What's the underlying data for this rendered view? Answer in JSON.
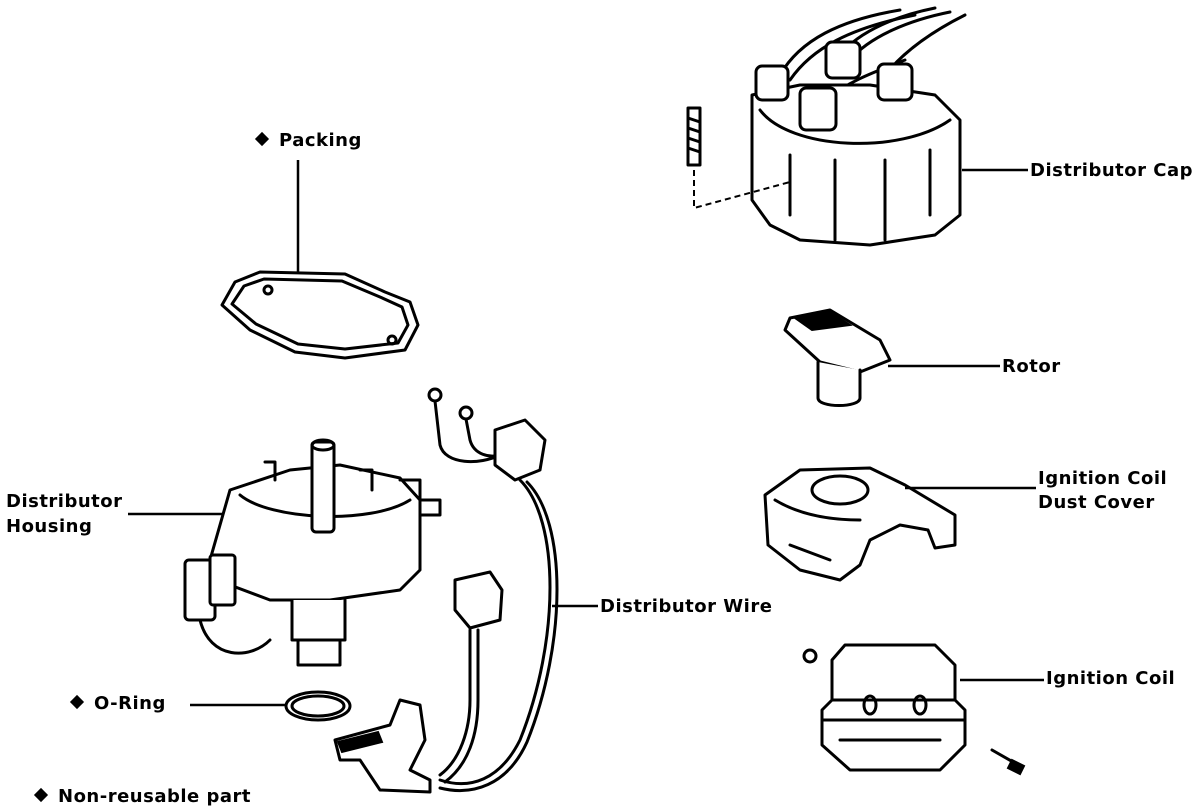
{
  "labels": {
    "packing": "Packing",
    "distributor_cap": "Distributor Cap",
    "rotor": "Rotor",
    "dust_cover_line1": "Ignition Coil",
    "dust_cover_line2": "Dust Cover",
    "distributor_housing_line1": "Distributor",
    "distributor_housing_line2": "Housing",
    "distributor_wire": "Distributor Wire",
    "ignition_coil": "Ignition Coil",
    "o_ring": "O-Ring",
    "legend": "Non-reusable part"
  },
  "icons": {
    "non_reusable_marker": "black-diamond-icon"
  }
}
